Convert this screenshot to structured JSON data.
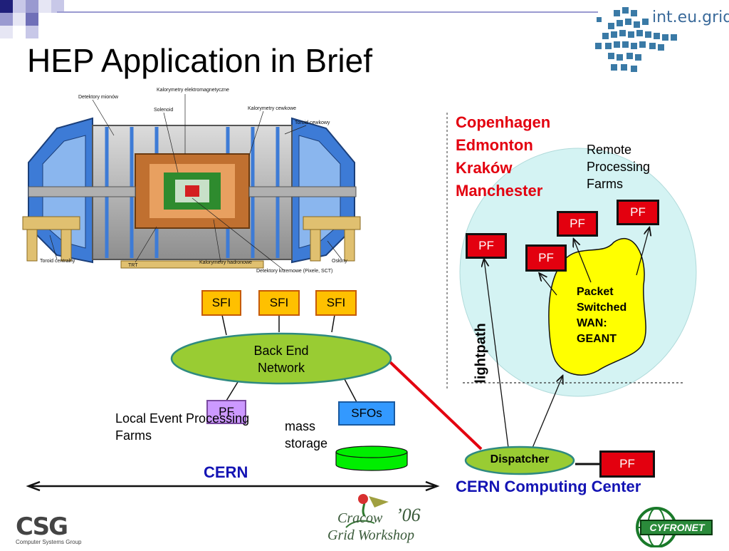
{
  "slide": {
    "title": "HEP Application in Brief",
    "brand_logo_text": "int.eu.grid"
  },
  "detector_image": {
    "labels": [
      "Detektory mionów",
      "Kalorymetry elektromagnetyczne",
      "Solenoid",
      "Kalorymetry cewkowe",
      "Toroid cewkowy",
      "Toroid centralny",
      "TRT",
      "Kalorymetry hadronowe",
      "Detektory krzemowe (Pixele, SCT)",
      "Osłony"
    ]
  },
  "diagram": {
    "sfi_labels": [
      "SFI",
      "SFI",
      "SFI"
    ],
    "back_end_network": "Back End Network",
    "local_pf": "PF",
    "local_event_label": "Local Event Processing Farms",
    "sfos": "SFOs",
    "mass_storage": "mass storage",
    "cern": "CERN",
    "cities": [
      "Copenhagen",
      "Edmonton",
      "Kraków",
      "Manchester"
    ],
    "remote_label": "Remote Processing Farms",
    "remote_pf": [
      "PF",
      "PF",
      "PF",
      "PF"
    ],
    "packet_switched": "Packet Switched WAN: GEANT",
    "lightpath": "lightpath",
    "dispatcher": "Dispatcher",
    "dispatcher_pf": "PF",
    "cern_computing_center": "CERN Computing Center"
  },
  "footer": {
    "csg_logo": "CSG",
    "csg_sub": "Computer Systems Group",
    "cgw_logo_line1": "Cracow",
    "cgw_logo_year": "’06",
    "cgw_logo_line2": "Grid Workshop",
    "cyfronet_logo": "CYFRONET"
  },
  "colors": {
    "accent_blue": "#1414b4",
    "pf_red": "#e3000f",
    "sfi_orange": "#ffc000",
    "network_green": "#99cc33",
    "remote_cyan": "#d4f3f3",
    "wan_yellow": "#ffff00",
    "sfos_blue": "#3399ff",
    "storage_green": "#00ee00",
    "local_pf_purple": "#cc99ff"
  }
}
